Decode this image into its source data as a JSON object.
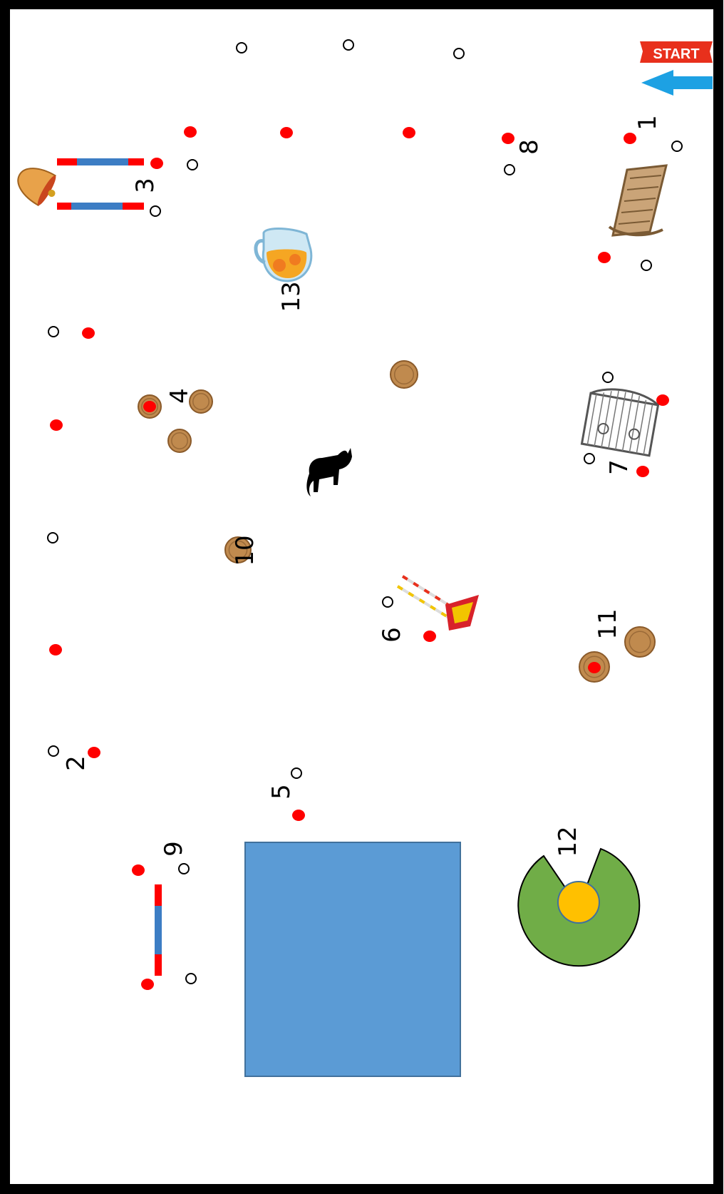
{
  "course": {
    "start_label": "START",
    "obstacle_numbers": [
      "1",
      "2",
      "3",
      "4",
      "5",
      "6",
      "7",
      "8",
      "9",
      "10",
      "11",
      "12",
      "13"
    ],
    "icons": [
      "start-banner",
      "direction-arrow",
      "bell-icon",
      "jug-icon",
      "bull-icon",
      "gate-icon",
      "rocking-chair-icon",
      "flag-poles-icon",
      "barrel-icon",
      "pool-icon",
      "wheel-icon"
    ],
    "colors": {
      "border": "#000000",
      "marker_red": "#ff0000",
      "marker_open": "#000000",
      "pole_red": "#ff0000",
      "pole_blue": "#3c7dc4",
      "pool": "#5b9bd5",
      "pool_edge": "#41719c",
      "wheel_green": "#70ad47",
      "wheel_center": "#ffc000",
      "arrow": "#1da1e3",
      "banner": "#e8301c",
      "barrel": "#c08a4e"
    }
  }
}
